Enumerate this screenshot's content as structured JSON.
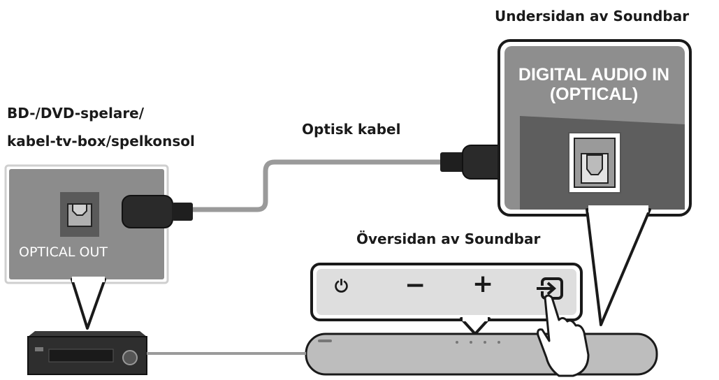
{
  "labels": {
    "source_device_line1": "BD-/DVD-spelare/",
    "source_device_line2": "kabel-tv-box/spelkonsol",
    "cable": "Optisk kabel",
    "soundbar_bottom": "Undersidan av Soundbar",
    "soundbar_top": "Översidan av Soundbar",
    "port_out": "OPTICAL OUT",
    "port_in_line1": "DIGITAL AUDIO IN",
    "port_in_line2": "(OPTICAL)"
  },
  "controls": {
    "power": "⏻",
    "minus": "−",
    "plus": "+"
  },
  "icons": [
    "optical-port-icon",
    "power-icon",
    "input-source-icon",
    "hand-icon"
  ],
  "colors": {
    "panel_gray": "#8a8a8a",
    "dark_panel": "#555555",
    "cable": "#999999",
    "outline": "#1a1a1a"
  }
}
